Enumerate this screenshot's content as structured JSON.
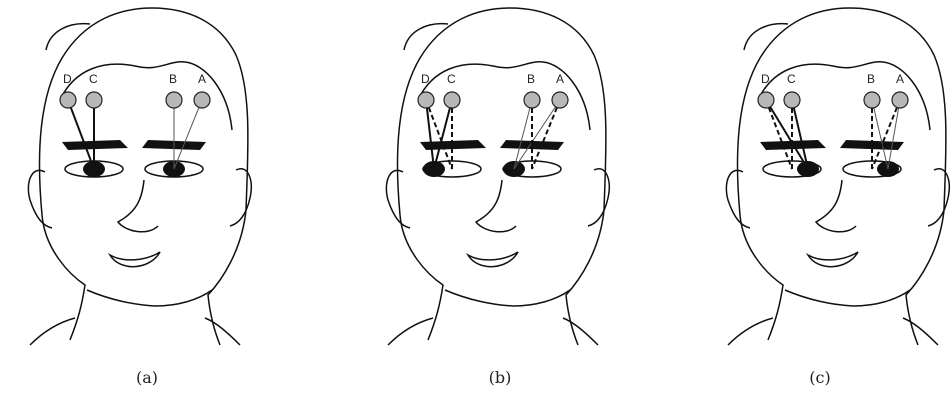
{
  "figure": {
    "panels": [
      {
        "caption": "(a)",
        "gaze": "center",
        "electrodes": [
          {
            "label": "D"
          },
          {
            "label": "C"
          },
          {
            "label": "B"
          },
          {
            "label": "A"
          }
        ]
      },
      {
        "caption": "(b)",
        "gaze": "left",
        "electrodes": [
          {
            "label": "D"
          },
          {
            "label": "C"
          },
          {
            "label": "B"
          },
          {
            "label": "A"
          }
        ]
      },
      {
        "caption": "(c)",
        "gaze": "right",
        "electrodes": [
          {
            "label": "D"
          },
          {
            "label": "C"
          },
          {
            "label": "B"
          },
          {
            "label": "A"
          }
        ]
      }
    ]
  }
}
